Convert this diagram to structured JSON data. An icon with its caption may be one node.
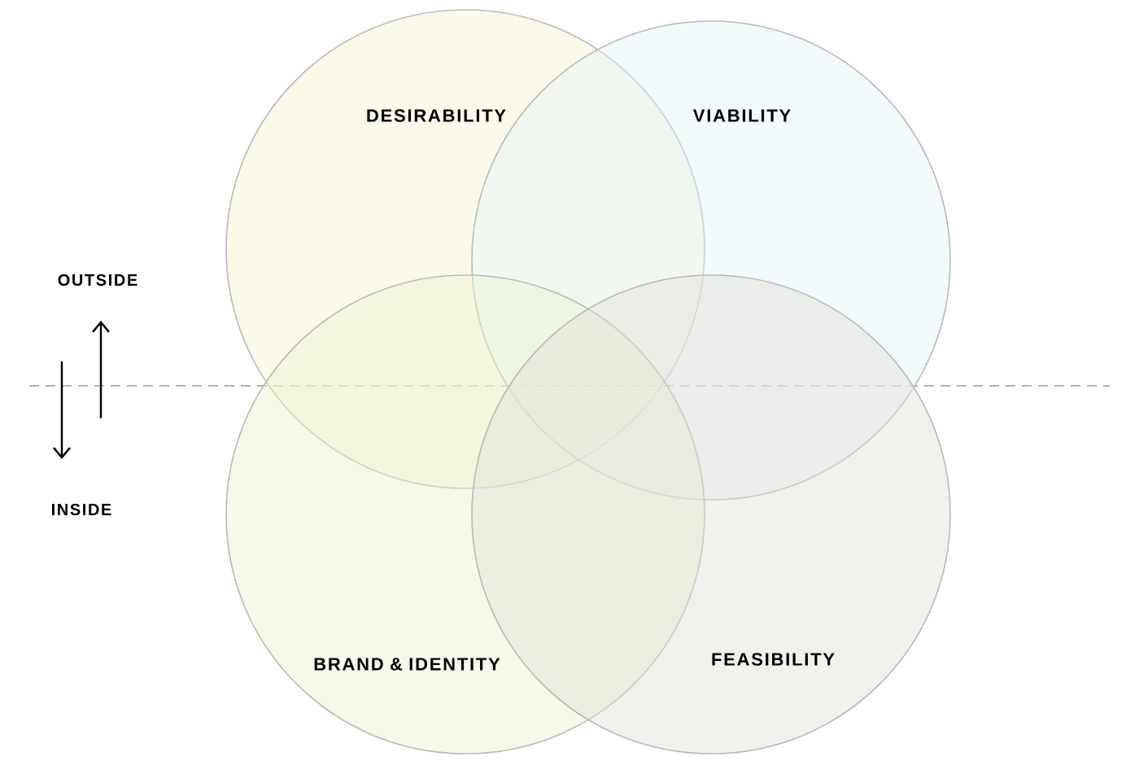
{
  "diagram": {
    "nodes": [
      {
        "text": [
          "DESIRABILITY"
        ]
      },
      {
        "text": [
          "VIABILITY"
        ]
      },
      {
        "text": [
          "BRAND & IDENTITY"
        ]
      },
      {
        "text": [
          "FEASIBILITY"
        ]
      }
    ],
    "labels": [
      "OUTSIDE",
      "INSIDE"
    ]
  }
}
